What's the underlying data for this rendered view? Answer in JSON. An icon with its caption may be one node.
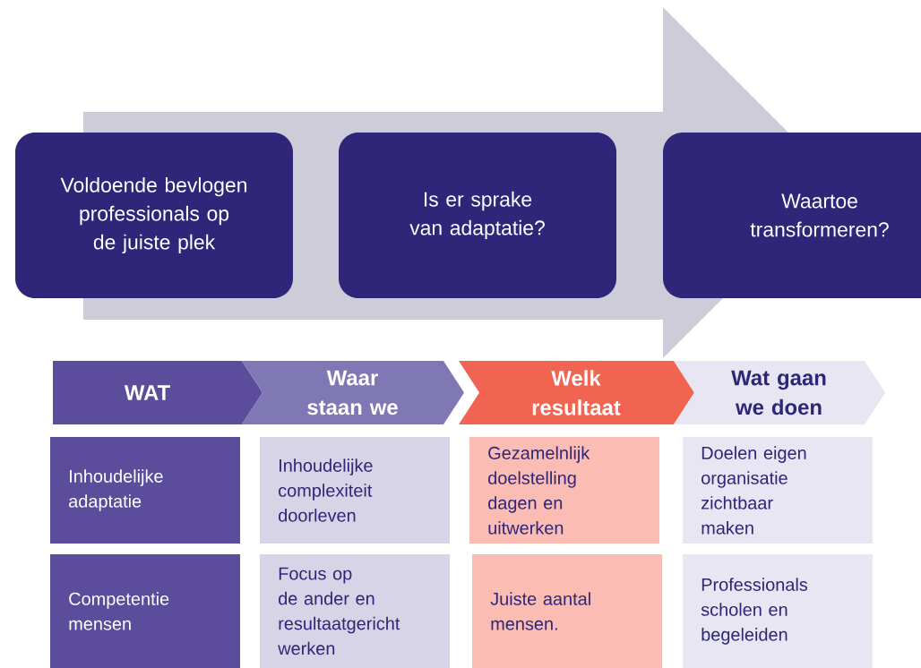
{
  "diagram": {
    "nodes": [
      {
        "text": [
          "Voldoende bevlogen professionals op de juiste plek"
        ]
      },
      {
        "text": [
          "Is er sprake van adaptatie?"
        ]
      },
      {
        "text": [
          "Waartoe transformeren?"
        ]
      },
      {
        "text": [
          "WAT"
        ]
      },
      {
        "text": [
          "Waar staan we"
        ]
      },
      {
        "text": [
          "Welk resultaat"
        ]
      },
      {
        "text": [
          "Wat gaan we doen"
        ]
      },
      {
        "text": [
          "Inhoudelijke adaptatie"
        ]
      },
      {
        "text": [
          "Inhoudelijke complexiteit doorleven"
        ]
      },
      {
        "text": [
          "Gezamelnlijk doelstelling dagen en uitwerken"
        ]
      },
      {
        "text": [
          "Doelen eigen organisatie zichtbaar maken"
        ]
      },
      {
        "text": [
          "Competentie mensen"
        ]
      },
      {
        "text": [
          "Focus op de ander en resultaatgericht werken"
        ]
      },
      {
        "text": [
          "Juiste aantal mensen."
        ]
      },
      {
        "text": [
          "Professionals scholen en begeleiden"
        ]
      }
    ],
    "edges": [
      {
        "from": 0,
        "to": 2,
        "arrow": "to"
      }
    ]
  }
}
